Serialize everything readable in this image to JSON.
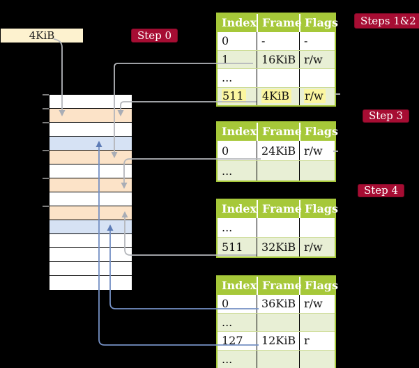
{
  "colors": {
    "background": "#000000",
    "badge": "#a60d33",
    "table_header_green": "#a6c839",
    "table_row_green": "#e8efd5",
    "highlight_yellow": "#fbf6a0",
    "frame_box_cream": "#fdf2cf",
    "memory_table_frame": "#fce3c8",
    "memory_mapped_frame": "#d6e2f4",
    "gray_arrow": "#b4b6bb",
    "blue_arrow": "#7590c4"
  },
  "frame_box": {
    "label": "4KiB"
  },
  "badges": {
    "step0": "Step 0",
    "steps12": "Steps 1&2",
    "step3": "Step 3",
    "step4": "Step 4"
  },
  "memory": {
    "rows": [
      "free",
      "table",
      "free",
      "mapped",
      "table",
      "free",
      "table",
      "free",
      "table",
      "mapped",
      "free",
      "free",
      "free",
      "free"
    ]
  },
  "tables": [
    {
      "name": "page-table-level4",
      "headers": [
        "Index",
        "Frame",
        "Flags"
      ],
      "rows": [
        {
          "cells": [
            "0",
            "-",
            "-"
          ],
          "shaded": false,
          "highlight": false
        },
        {
          "cells": [
            "1",
            "16KiB",
            "r/w"
          ],
          "shaded": true,
          "highlight": false
        },
        {
          "cells": [
            "...",
            "",
            ""
          ],
          "shaded": false,
          "highlight": false
        },
        {
          "cells": [
            "511",
            "4KiB",
            "r/w"
          ],
          "shaded": true,
          "highlight": true
        }
      ]
    },
    {
      "name": "page-table-level3",
      "headers": [
        "Index",
        "Frame",
        "Flags"
      ],
      "rows": [
        {
          "cells": [
            "0",
            "24KiB",
            "r/w"
          ],
          "shaded": false,
          "highlight": false
        },
        {
          "cells": [
            "...",
            "",
            ""
          ],
          "shaded": true,
          "highlight": false
        }
      ]
    },
    {
      "name": "page-table-level2",
      "headers": [
        "Index",
        "Frame",
        "Flags"
      ],
      "rows": [
        {
          "cells": [
            "...",
            "",
            ""
          ],
          "shaded": false,
          "highlight": false
        },
        {
          "cells": [
            "511",
            "32KiB",
            "r/w"
          ],
          "shaded": true,
          "highlight": false
        }
      ]
    },
    {
      "name": "page-table-level1",
      "headers": [
        "Index",
        "Frame",
        "Flags"
      ],
      "rows": [
        {
          "cells": [
            "0",
            "36KiB",
            "r/w"
          ],
          "shaded": false,
          "highlight": false
        },
        {
          "cells": [
            "...",
            "",
            ""
          ],
          "shaded": true,
          "highlight": false
        },
        {
          "cells": [
            "127",
            "12KiB",
            "r"
          ],
          "shaded": false,
          "highlight": false
        },
        {
          "cells": [
            "...",
            "",
            ""
          ],
          "shaded": true,
          "highlight": false
        }
      ]
    }
  ]
}
